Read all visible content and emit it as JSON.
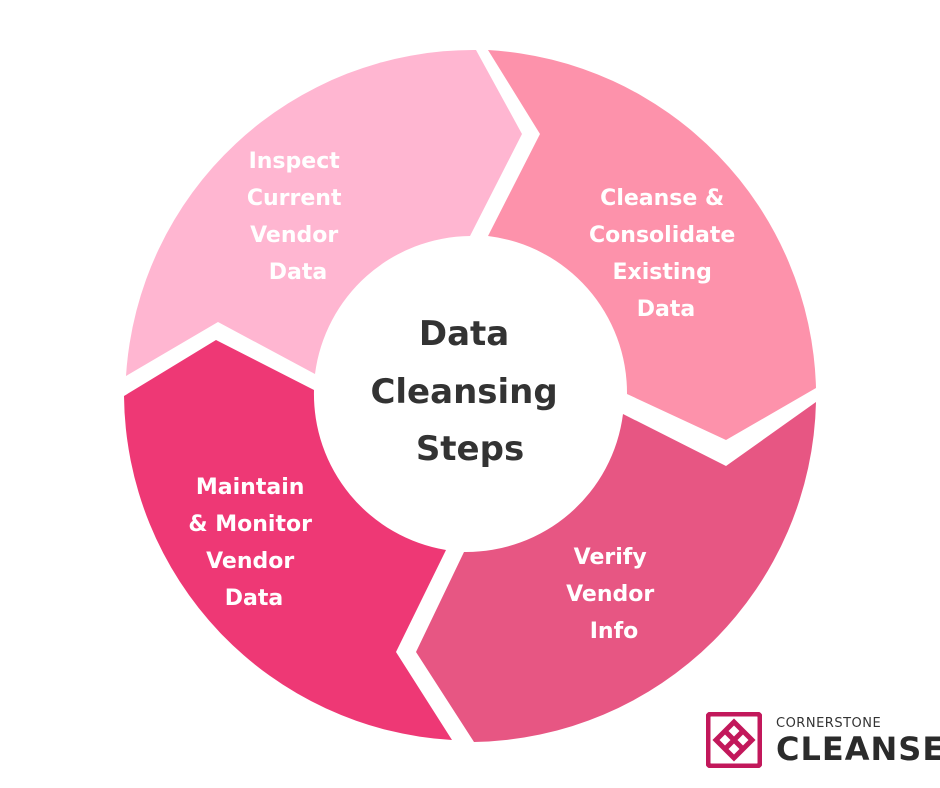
{
  "center": {
    "lines": [
      "Data",
      "Cleansing",
      "Steps"
    ]
  },
  "segments": [
    {
      "lines": [
        "Inspect",
        "Current",
        "Vendor",
        "Data"
      ],
      "color": "#ffb6d1"
    },
    {
      "lines": [
        "Cleanse &",
        "Consolidate",
        "Existing",
        "Data"
      ],
      "color": "#fd92ab"
    },
    {
      "lines": [
        "Verify",
        "Vendor",
        "Info"
      ],
      "color": "#e75683"
    },
    {
      "lines": [
        "Maintain",
        "& Monitor",
        "Vendor",
        "Data"
      ],
      "color": "#ee3875"
    }
  ],
  "logo": {
    "small_text": "CORNERSTONE",
    "big_text": "CLEANSE",
    "color": "#c2185b"
  }
}
